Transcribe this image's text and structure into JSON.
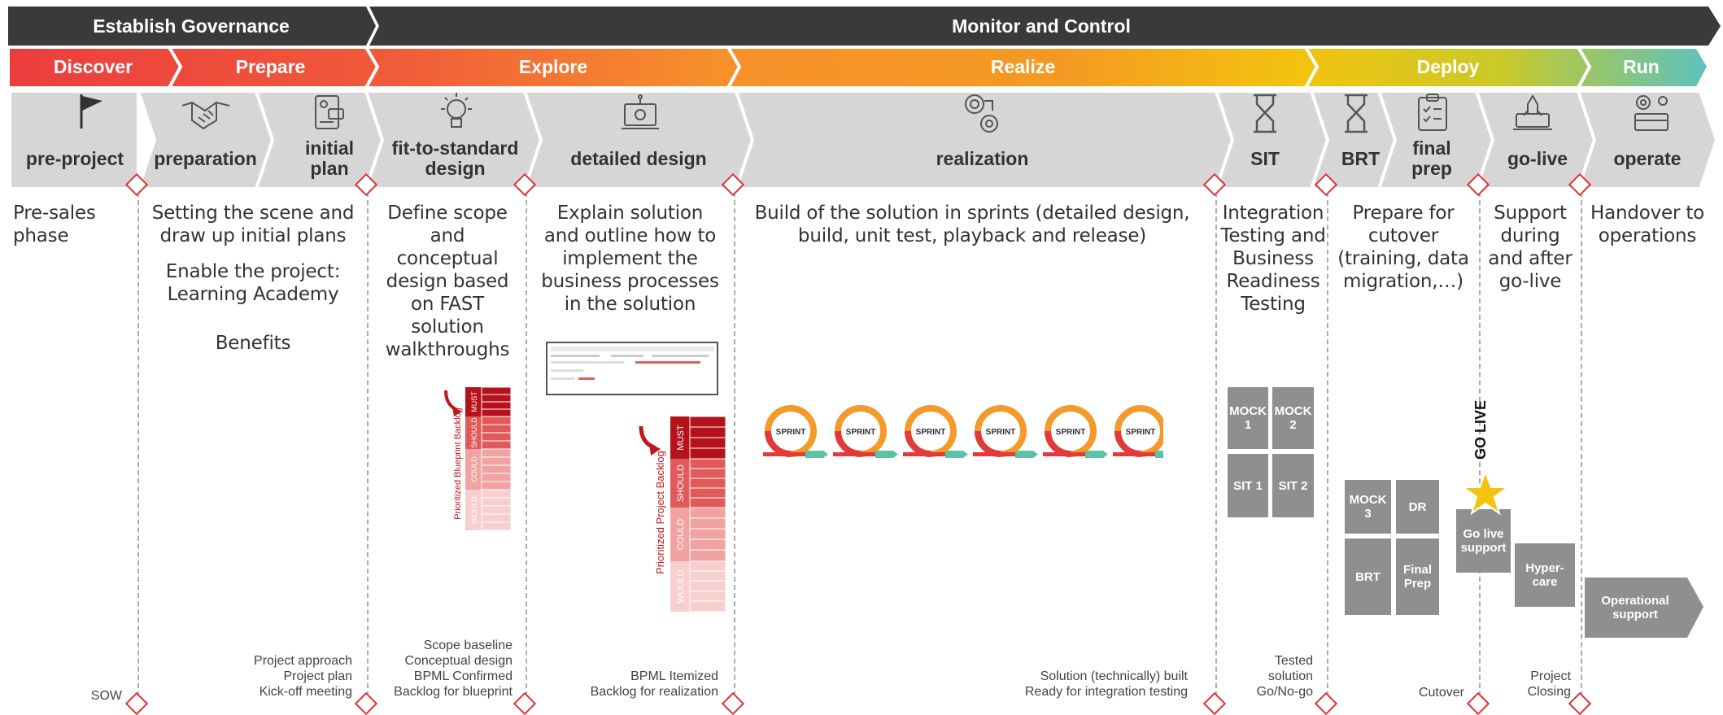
{
  "colors": {
    "dark_bar": "#3a3a3a",
    "activity_bg": "#d6d6d6",
    "divider_red": "#e03030",
    "gray_box": "#8f8f8f",
    "star": "#f2c40f"
  },
  "governance": {
    "establish": "Establish Governance",
    "monitor": "Monitor and Control"
  },
  "phases": [
    "Discover",
    "Prepare",
    "Explore",
    "Realize",
    "Deploy",
    "Run"
  ],
  "activities": {
    "pre_project": "pre-project",
    "preparation": "preparation",
    "initial_plan": "initial plan",
    "fit_to_standard": "fit-to-standard design",
    "detailed_design": "detailed design",
    "realization": "realization",
    "sit": "SIT",
    "brt": "BRT",
    "final_prep": "final prep",
    "go_live": "go-live",
    "operate": "operate"
  },
  "descriptions": {
    "pre_sales": "Pre-sales phase",
    "prepare_scene": "Setting the scene and draw up initial plans",
    "enable_project": "Enable the project: Learning Academy",
    "benefits": "Benefits",
    "define_scope": "Define scope and conceptual design based on FAST solution walkthroughs",
    "explain_solution": "Explain solution and outline how to implement the business processes in the solution",
    "build_solution": "Build of the solution in sprints (detailed design, build, unit test, playback and release)",
    "integration_testing": "Integration Testing and Business Readiness Testing",
    "prepare_cutover": "Prepare for cutover (training, data migration,…)",
    "support_golive": "Support during and after go-live",
    "handover": "Handover to operations"
  },
  "backlogs": {
    "blueprint_title": "Prioritized Blueprint Backlog",
    "project_title": "Prioritized Project Backlog",
    "levels": [
      "MUST",
      "SHOULD",
      "COULD",
      "WOULD"
    ]
  },
  "sprint_label": "SPRINT",
  "boxes": {
    "mock1": "MOCK 1",
    "mock2": "MOCK 2",
    "sit1": "SIT 1",
    "sit2": "SIT 2",
    "mock3": "MOCK 3",
    "dr": "DR",
    "brt": "BRT",
    "final_prep": "Final Prep",
    "golive_support": "Go live support",
    "hypercare": "Hyper-care",
    "operational_support": "Operational support",
    "go_live_vertical": "GO LIVE"
  },
  "deliverables": {
    "sow": "SOW",
    "prepare": [
      "Project approach",
      "Project plan",
      "Kick-off meeting"
    ],
    "explore_fit": [
      "Scope baseline",
      "Conceptual design",
      "BPML Confirmed",
      "Backlog for blueprint"
    ],
    "explore_detail": [
      "BPML Itemized",
      "Backlog for realization"
    ],
    "realize": [
      "Solution (technically) built",
      "Ready for integration testing"
    ],
    "sit": [
      "Tested",
      "solution",
      "Go/No-go"
    ],
    "cutover": "Cutover",
    "closing": [
      "Project",
      "Closing"
    ]
  }
}
